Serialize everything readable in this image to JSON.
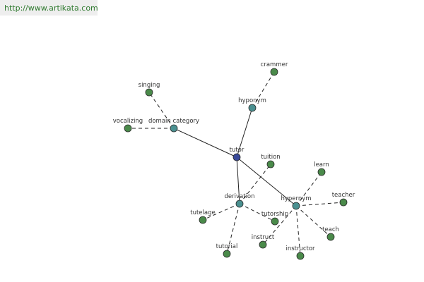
{
  "header": {
    "url": "http://www.artikata.com"
  },
  "colors": {
    "center": "#3a4a9a",
    "relation": "#4a9090",
    "term": "#4a8a4a",
    "outline": "#2a2a2a",
    "url_text": "#2f7a2f",
    "url_bg": "#eeeeee"
  },
  "graph": {
    "nodes": [
      {
        "id": "tutor",
        "label": "tutor",
        "type": "center"
      },
      {
        "id": "hyponym",
        "label": "hyponym",
        "type": "relation"
      },
      {
        "id": "domain_category",
        "label": "domain category",
        "type": "relation"
      },
      {
        "id": "derivation",
        "label": "derivation",
        "type": "relation"
      },
      {
        "id": "hypernym",
        "label": "hypernym",
        "type": "relation"
      },
      {
        "id": "crammer",
        "label": "crammer",
        "type": "term"
      },
      {
        "id": "singing",
        "label": "singing",
        "type": "term"
      },
      {
        "id": "vocalizing",
        "label": "vocalizing",
        "type": "term"
      },
      {
        "id": "tuition",
        "label": "tuition",
        "type": "term"
      },
      {
        "id": "tutelage",
        "label": "tutelage",
        "type": "term"
      },
      {
        "id": "tutorial",
        "label": "tutorial",
        "type": "term"
      },
      {
        "id": "tutorship",
        "label": "tutorship",
        "type": "term"
      },
      {
        "id": "instruct",
        "label": "instruct",
        "type": "term"
      },
      {
        "id": "instructor",
        "label": "instructor",
        "type": "term"
      },
      {
        "id": "learn",
        "label": "learn",
        "type": "term"
      },
      {
        "id": "teacher",
        "label": "teacher",
        "type": "term"
      },
      {
        "id": "teach",
        "label": "teach",
        "type": "term"
      }
    ],
    "edges": [
      {
        "from": "tutor",
        "to": "hyponym",
        "style": "solid"
      },
      {
        "from": "tutor",
        "to": "domain_category",
        "style": "solid"
      },
      {
        "from": "tutor",
        "to": "derivation",
        "style": "solid"
      },
      {
        "from": "tutor",
        "to": "hypernym",
        "style": "solid"
      },
      {
        "from": "hyponym",
        "to": "crammer",
        "style": "dashed"
      },
      {
        "from": "domain_category",
        "to": "singing",
        "style": "dashed"
      },
      {
        "from": "domain_category",
        "to": "vocalizing",
        "style": "dashed"
      },
      {
        "from": "derivation",
        "to": "tuition",
        "style": "dashed"
      },
      {
        "from": "derivation",
        "to": "tutelage",
        "style": "dashed"
      },
      {
        "from": "derivation",
        "to": "tutorial",
        "style": "dashed"
      },
      {
        "from": "derivation",
        "to": "tutorship",
        "style": "dashed"
      },
      {
        "from": "hypernym",
        "to": "instruct",
        "style": "dashed"
      },
      {
        "from": "hypernym",
        "to": "instructor",
        "style": "dashed"
      },
      {
        "from": "hypernym",
        "to": "learn",
        "style": "dashed"
      },
      {
        "from": "hypernym",
        "to": "teacher",
        "style": "dashed"
      },
      {
        "from": "hypernym",
        "to": "teach",
        "style": "dashed"
      }
    ]
  }
}
